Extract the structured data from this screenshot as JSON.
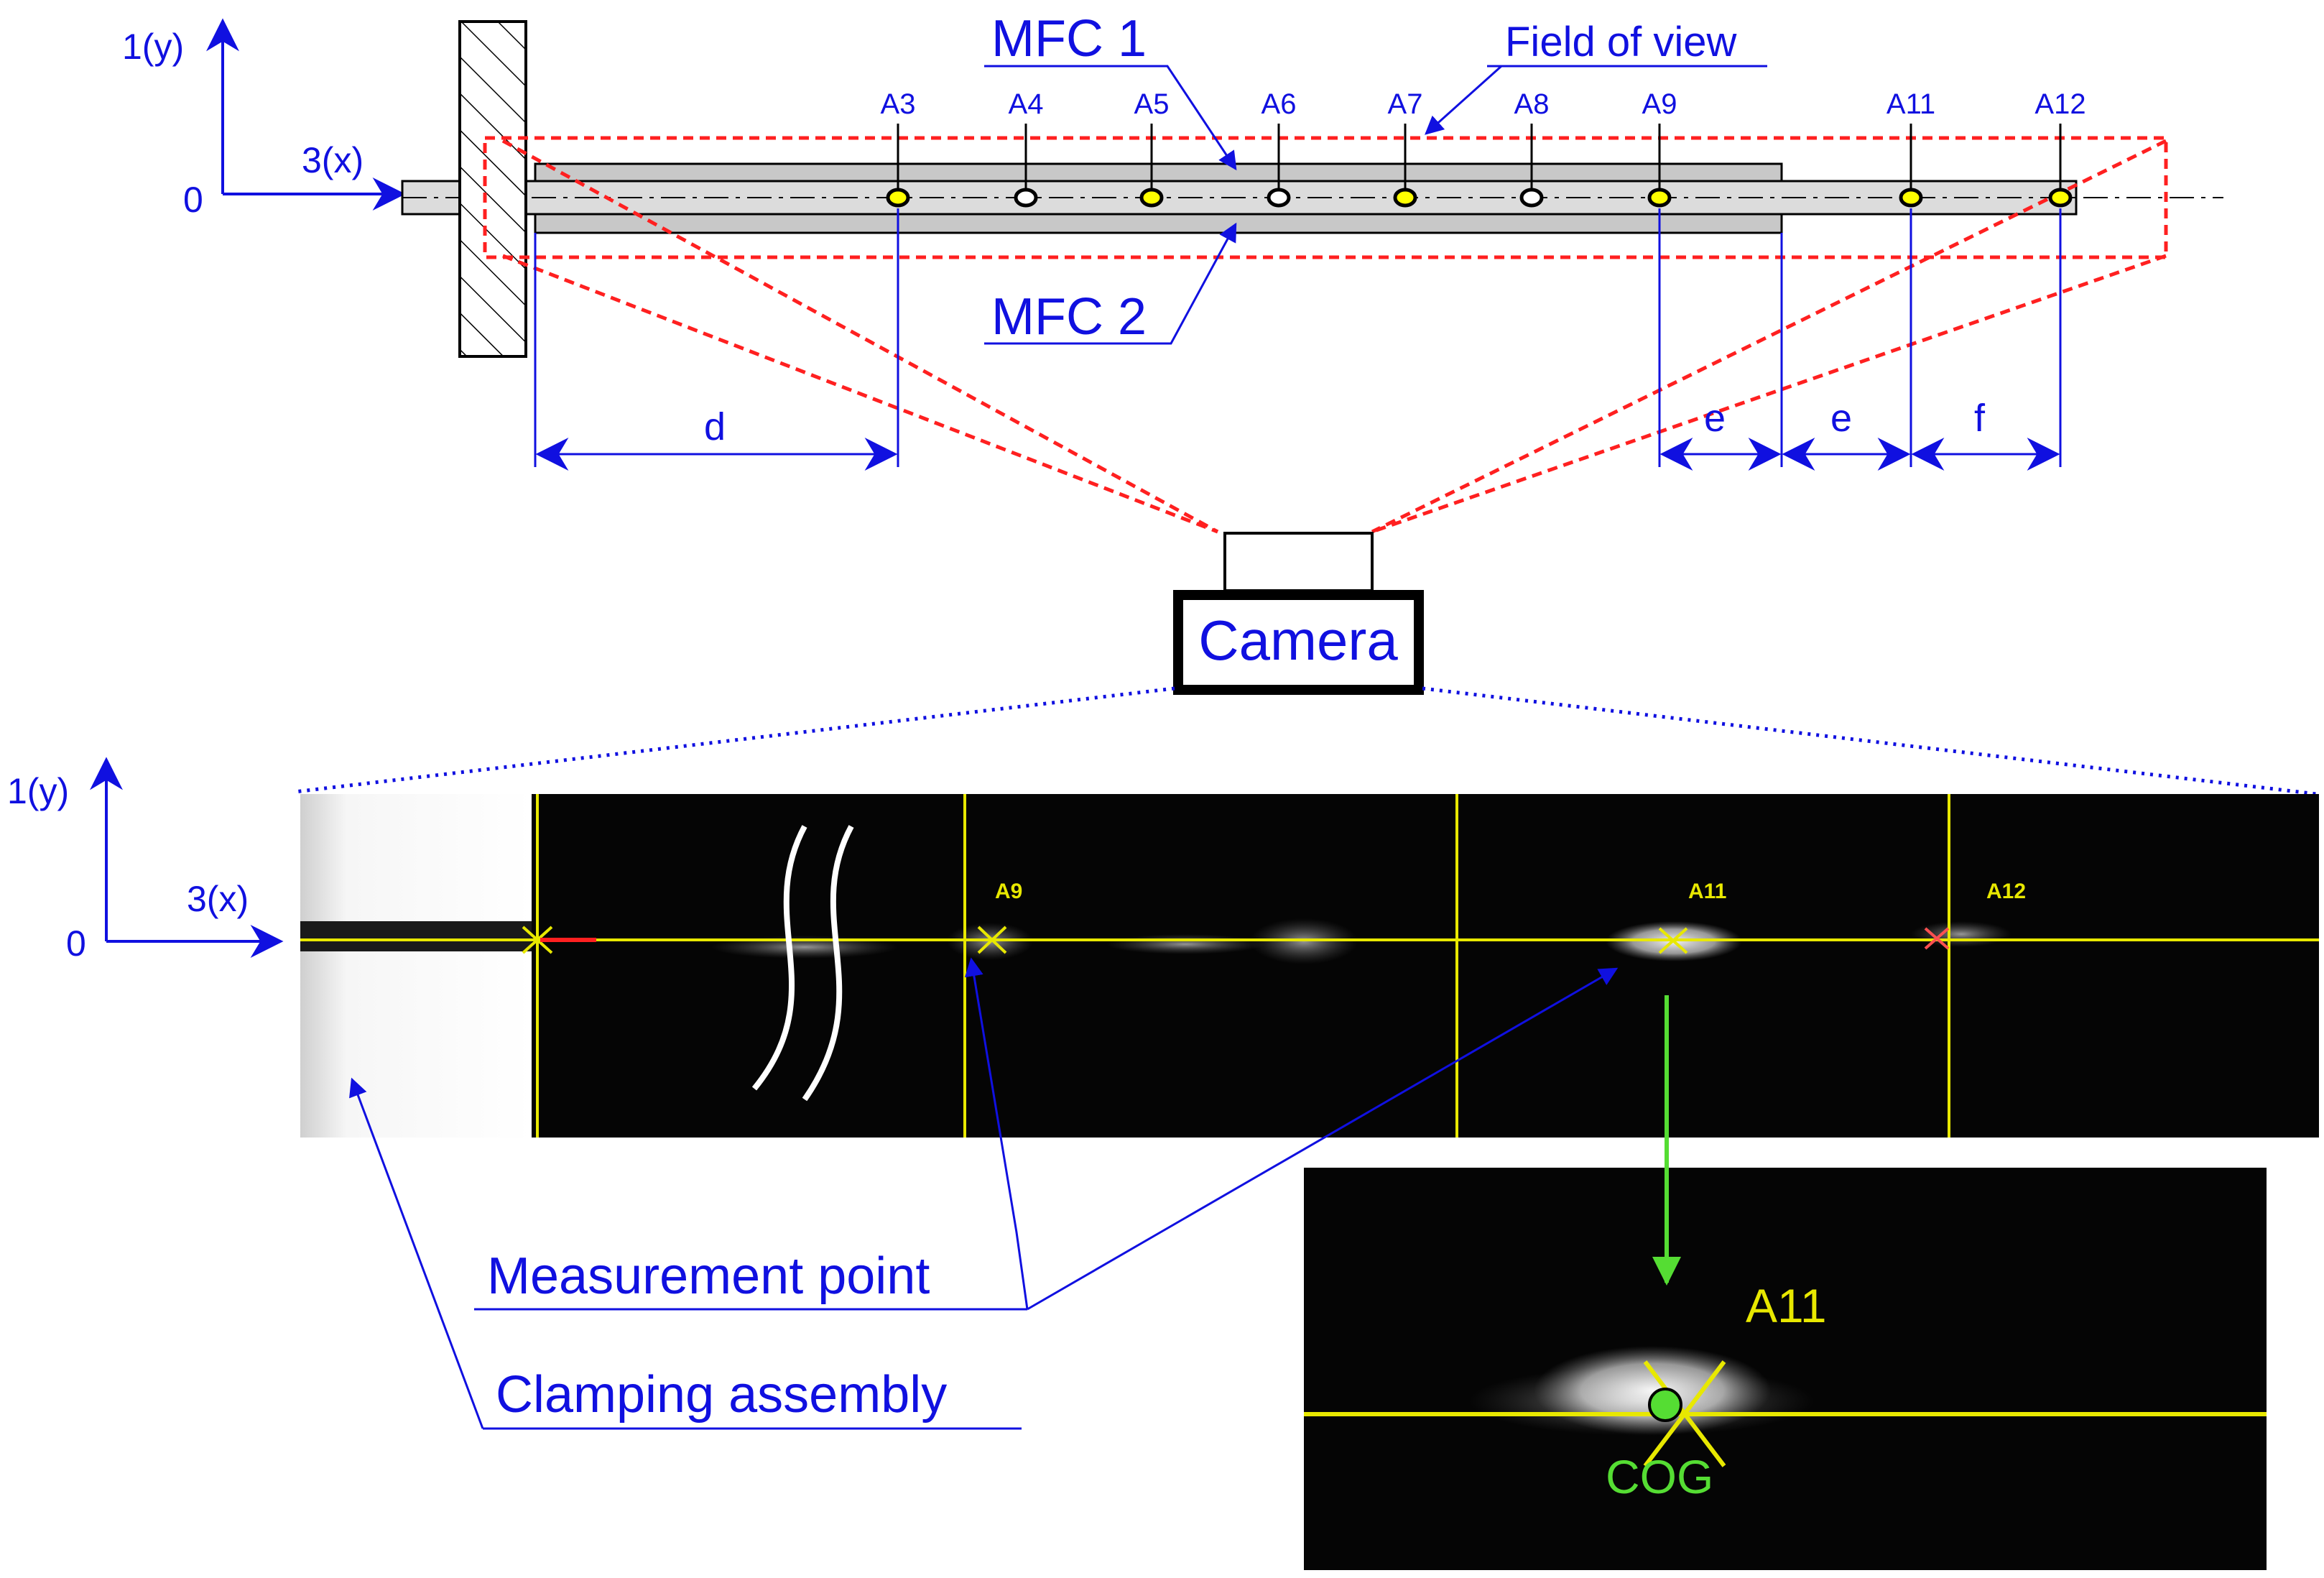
{
  "colors": {
    "label_blue": "#1010e0",
    "fov_red": "#ff2020",
    "beam_gray": "#c8c8c8",
    "marker_yellow": "#ffff00",
    "cog_green": "#55dd33",
    "photo_bg": "#050505",
    "overlay_yellow": "#e8e800"
  },
  "icons": {
    "clamp": "hatched-clamp-icon",
    "camera": "camera-icon",
    "marker": "marker-dot-icon",
    "cog": "cog-dot-icon"
  },
  "top_axes": {
    "y_label": "1(y)",
    "x_label": "3(x)",
    "origin_label": "0"
  },
  "bottom_axes": {
    "y_label": "1(y)",
    "x_label": "3(x)",
    "origin_label": "0"
  },
  "labels": {
    "mfc1": "MFC 1",
    "mfc2": "MFC 2",
    "field_of_view": "Field of view",
    "camera": "Camera",
    "measurement_point": "Measurement point",
    "clamping_assembly": "Clamping assembly",
    "cog": "COG"
  },
  "points": [
    {
      "name": "A3",
      "highlighted": true
    },
    {
      "name": "A4",
      "highlighted": false
    },
    {
      "name": "A5",
      "highlighted": true
    },
    {
      "name": "A6",
      "highlighted": false
    },
    {
      "name": "A7",
      "highlighted": true
    },
    {
      "name": "A8",
      "highlighted": false
    },
    {
      "name": "A9",
      "highlighted": true
    },
    {
      "name": "A11",
      "highlighted": true
    },
    {
      "name": "A12",
      "highlighted": true
    }
  ],
  "dimensions": {
    "d": "d",
    "e1": "e",
    "e2": "e",
    "f": "f"
  },
  "photo_labels": {
    "a9": "A9",
    "a11": "A11",
    "a12": "A12"
  },
  "zoom_label": "A11"
}
